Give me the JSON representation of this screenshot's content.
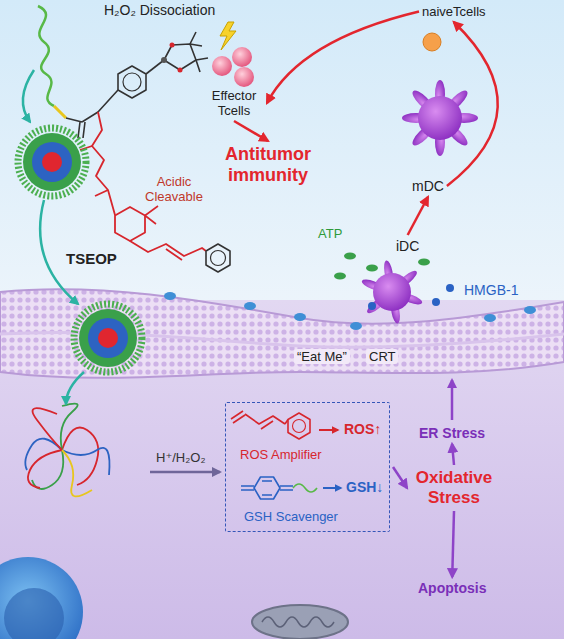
{
  "diagram": {
    "nodes": [
      {
        "text": [
          "Effector Tcells"
        ]
      },
      {
        "text": [
          "Antitumor immunity"
        ]
      },
      {
        "text": [
          "naiveTcells"
        ]
      },
      {
        "text": [
          "mDC"
        ]
      },
      {
        "text": [
          "iDC"
        ]
      },
      {
        "text": [
          "ROS Amplifier",
          "ROS↑",
          "GSH Scavenger",
          "GSH↓"
        ]
      },
      {
        "text": [
          "Oxidative Stress"
        ]
      },
      {
        "text": [
          "ER Stress"
        ]
      },
      {
        "text": [
          "Apoptosis"
        ]
      }
    ],
    "edges": [
      {
        "from": 0,
        "to": 1,
        "arrow": "to"
      },
      {
        "from": 2,
        "to": 0,
        "arrow": "to"
      },
      {
        "from": 3,
        "to": 2,
        "arrow": "to"
      },
      {
        "from": 4,
        "to": 3,
        "arrow": "to"
      },
      {
        "from": 5,
        "to": 6,
        "arrow": "to"
      },
      {
        "from": 6,
        "to": 7,
        "arrow": "to"
      },
      {
        "from": 6,
        "to": 8,
        "arrow": "to"
      }
    ],
    "labels": [
      "H₂O₂ Dissociation",
      "Acidic Cleavable",
      "TSEOP",
      "ATP",
      "HMGB-1",
      "“Eat Me”",
      "CRT",
      "H⁺/H₂O₂"
    ]
  }
}
